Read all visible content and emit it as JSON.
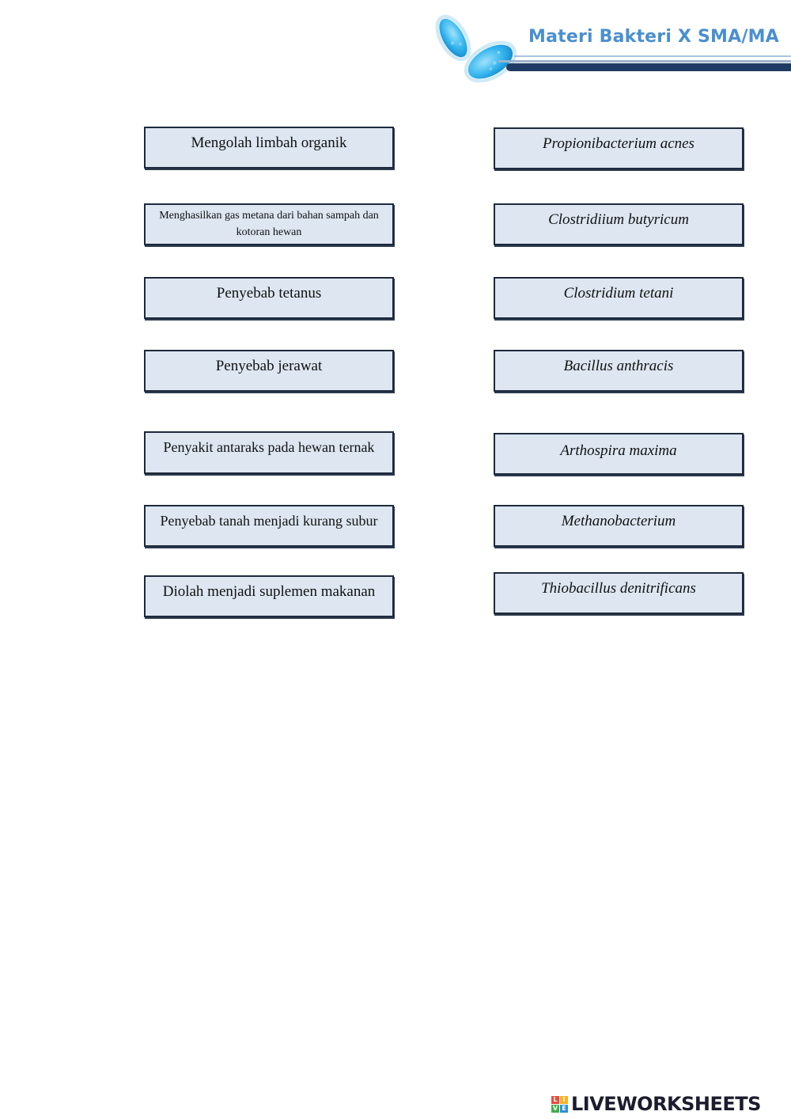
{
  "header": {
    "title": "Materi Bakteri X SMA/MA",
    "logo_icon": "bacteria-icon",
    "accent_color": "#4a8fd0"
  },
  "left_cards": [
    "Mengolah  limbah  organik",
    "Menghasilkan gas metana dari bahan sampah dan kotoran hewan",
    "Penyebab  tetanus",
    "Penyebab  jerawat",
    "Penyakit antaraks pada hewan ternak",
    "Penyebab tanah menjadi kurang subur",
    "Diolah  menjadi  suplemen  makanan"
  ],
  "right_cards": [
    "Propionibacterium  acnes",
    "Clostridiium  butyricum",
    "Clostridium  tetani",
    "Bacillus  anthracis",
    "Arthospira maxima",
    "Methanobacterium",
    "Thiobacillus  denitrificans"
  ],
  "footer": {
    "brand": "LIVEWORKSHEETS",
    "badge_letters": [
      "L",
      "I",
      "V",
      "E"
    ]
  },
  "colors": {
    "card_fill": "#dde6f1",
    "card_border": "#1e2a3c"
  }
}
